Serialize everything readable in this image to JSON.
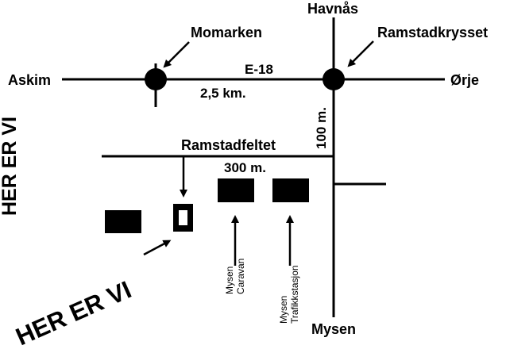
{
  "map": {
    "places": {
      "askim": "Askim",
      "momarken": "Momarken",
      "havnas": "Havnås",
      "ramstadkrysset": "Ramstadkrysset",
      "orje": "Ørje",
      "ramstadfeltet": "Ramstadfeltet",
      "mysen": "Mysen"
    },
    "roads": {
      "e18": "E-18"
    },
    "distances": {
      "e18_segment": "2,5 km.",
      "vertical": "100 m.",
      "horizontal": "300 m."
    },
    "buildings": {
      "mysen_caravan": [
        "Mysen",
        "Caravan"
      ],
      "mysen_trafikkstasjon": [
        "Mysen",
        "Trafikkstasjon"
      ]
    },
    "here_label": "HER ER VI",
    "colors": {
      "ink": "#000000",
      "background": "#ffffff"
    }
  }
}
